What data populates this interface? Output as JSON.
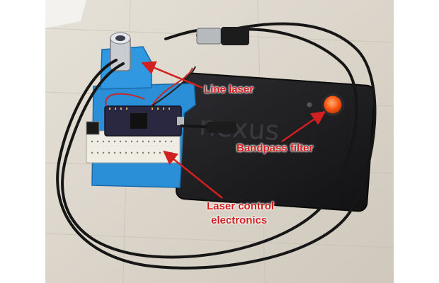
{
  "photo": {
    "description_icon": "photo-of-smartphone-with-laser-rig",
    "phone_brand_text": "nexus"
  },
  "annotations": {
    "line_laser": "Line laser",
    "bandpass_filter": "Bandpass filter",
    "laser_control_line1": "Laser control",
    "laser_control_line2": "electronics"
  },
  "colors": {
    "annotation": "#d21f1f",
    "mount": "#2a8fd6",
    "phone": "#1c1c1e",
    "filter": "#ff6a1a",
    "background": "#d9d3c9"
  }
}
